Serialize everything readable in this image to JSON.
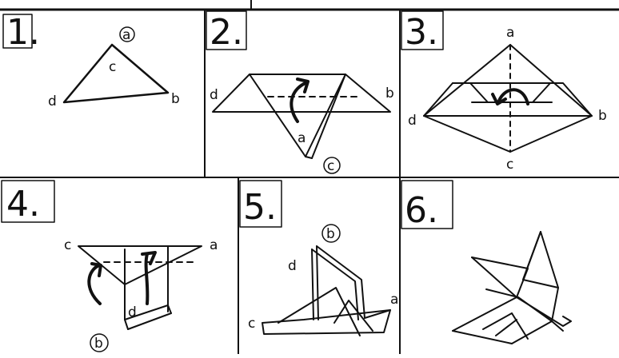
{
  "steps": [
    {
      "number": "1.",
      "labels": {
        "a": "a",
        "b": "b",
        "c": "c",
        "d": "d"
      }
    },
    {
      "number": "2.",
      "labels": {
        "a": "a",
        "b": "b",
        "c": "c",
        "d": "d"
      }
    },
    {
      "number": "3.",
      "labels": {
        "a": "a",
        "b": "b",
        "c": "c",
        "d": "d"
      }
    },
    {
      "number": "4.",
      "labels": {
        "a": "a",
        "b": "b",
        "c": "c",
        "d": "d"
      }
    },
    {
      "number": "5.",
      "labels": {
        "a": "a",
        "b": "b",
        "c": "c",
        "d": "d"
      }
    },
    {
      "number": "6.",
      "labels": {}
    }
  ]
}
